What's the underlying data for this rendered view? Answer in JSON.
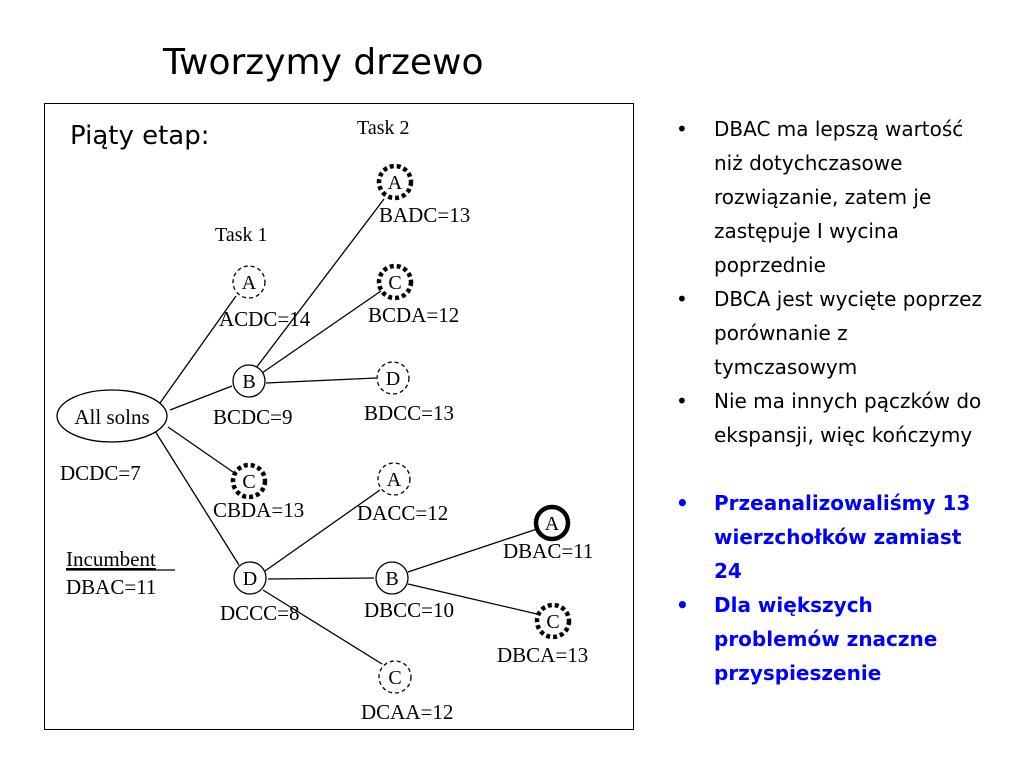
{
  "title": "Tworzymy drzewo",
  "diagram": {
    "stage_label": "Piąty etap:",
    "task_labels": [
      "Task 2",
      "Task 1"
    ],
    "incumbent": {
      "heading": "Incumbent",
      "value": "DBAC=11"
    },
    "nodes": [
      {
        "id": "root",
        "letter": "All solns",
        "label": "DCDC=7",
        "style": "solid"
      },
      {
        "id": "a1",
        "letter": "A",
        "label": "ACDC=14",
        "style": "dashed"
      },
      {
        "id": "b1",
        "letter": "B",
        "label": "BCDC=9",
        "style": "solid"
      },
      {
        "id": "c1",
        "letter": "C",
        "label": "CBDA=13",
        "style": "dotted"
      },
      {
        "id": "d1",
        "letter": "D",
        "label": "DCCC=8",
        "style": "solid"
      },
      {
        "id": "ba",
        "letter": "A",
        "label": "BADC=13",
        "style": "dotted"
      },
      {
        "id": "bc",
        "letter": "C",
        "label": "BCDA=12",
        "style": "dotted"
      },
      {
        "id": "bd",
        "letter": "D",
        "label": "BDCC=13",
        "style": "dashed"
      },
      {
        "id": "da",
        "letter": "A",
        "label": "DACC=12",
        "style": "dashed"
      },
      {
        "id": "db",
        "letter": "B",
        "label": "DBCC=10",
        "style": "solid"
      },
      {
        "id": "dc",
        "letter": "C",
        "label": "DCAA=12",
        "style": "dashed"
      },
      {
        "id": "dba",
        "letter": "A",
        "label": "DBAC=11",
        "style": "bold"
      },
      {
        "id": "dbc",
        "letter": "C",
        "label": "DBCA=13",
        "style": "dotted"
      }
    ]
  },
  "bullets": [
    {
      "text": "DBAC ma lepszą wartość niż dotychczasowe rozwiązanie, zatem je zastępuje I wycina poprzednie",
      "emphasis": false
    },
    {
      "text": "DBCA jest wycięte poprzez porównanie z tymczasowym",
      "emphasis": false
    },
    {
      "text": "Nie ma innych pączków do ekspansji, więc kończymy",
      "emphasis": false
    },
    {
      "text": "Przeanalizowaliśmy 13 wierzchołków zamiast 24",
      "emphasis": true
    },
    {
      "text": "Dla większych problemów znaczne przyspieszenie",
      "emphasis": true
    }
  ],
  "colors": {
    "emphasis_text": "#0000ff",
    "line": "#000000"
  }
}
